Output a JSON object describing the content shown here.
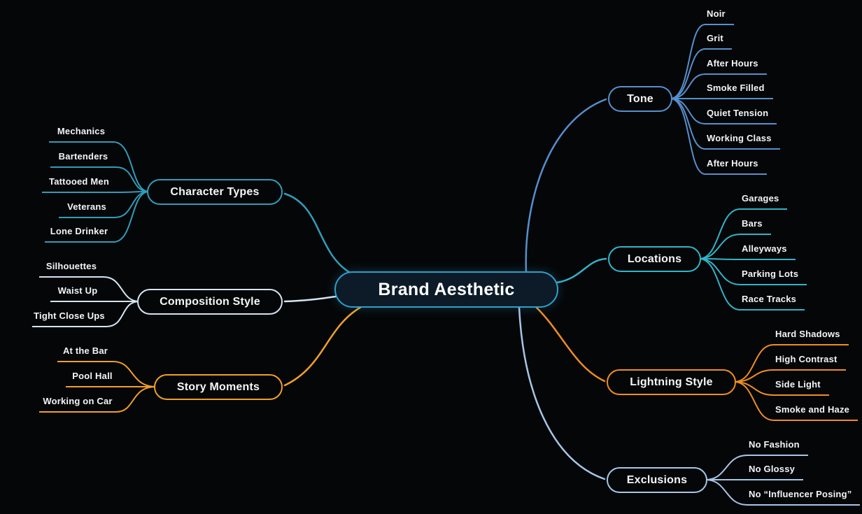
{
  "central": {
    "label": "Brand Aesthetic"
  },
  "branches": [
    {
      "id": "tone",
      "label": "Tone",
      "color": "#5590cd",
      "side": "right",
      "children": [
        "Noir",
        "Grit",
        "After Hours",
        "Smoke Filled",
        "Quiet Tension",
        "Working Class",
        "After Hours"
      ]
    },
    {
      "id": "locations",
      "label": "Locations",
      "color": "#30b4c8",
      "side": "right",
      "children": [
        "Garages",
        "Bars",
        "Alleyways",
        "Parking Lots",
        "Race Tracks"
      ]
    },
    {
      "id": "lightning-style",
      "label": "Lightning Style",
      "color": "#f08d20",
      "side": "right",
      "children": [
        "Hard Shadows",
        "High Contrast",
        "Side Light",
        "Smoke and Haze"
      ]
    },
    {
      "id": "exclusions",
      "label": "Exclusions",
      "color": "#a6c6e6",
      "side": "right",
      "children": [
        "No Fashion",
        "No Glossy",
        "No “Influencer Posing”"
      ]
    },
    {
      "id": "character-types",
      "label": "Character Types",
      "color": "#2f9db8",
      "side": "left",
      "children": [
        "Mechanics",
        "Bartenders",
        "Tattooed Men",
        "Veterans",
        "Lone Drinker"
      ]
    },
    {
      "id": "composition-style",
      "label": "Composition Style",
      "color": "#d4e4f0",
      "side": "left",
      "children": [
        "Silhouettes",
        "Waist Up",
        "Tight Close Ups"
      ]
    },
    {
      "id": "story-moments",
      "label": "Story Moments",
      "color": "#f0a028",
      "side": "left",
      "children": [
        "At the Bar",
        "Pool Hall",
        "Working on Car"
      ]
    }
  ],
  "colors": {
    "background": "#050608",
    "central_fill": "#0d1b28",
    "central_border": "#2e9fca",
    "text": "#f4f6f8"
  }
}
